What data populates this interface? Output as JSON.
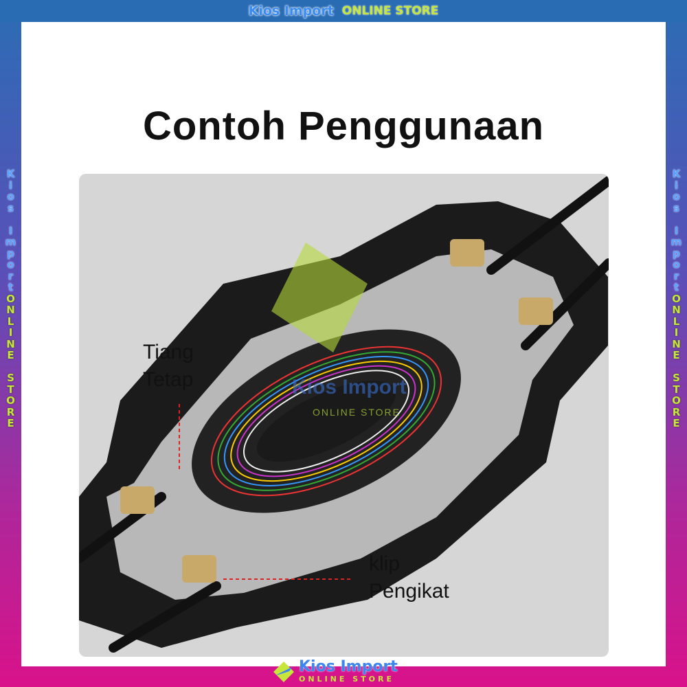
{
  "banner": {
    "brand": "Kios Import",
    "tagline": "ONLINE STORE"
  },
  "side_text": [
    "K",
    "i",
    "o",
    "s",
    " ",
    "I",
    "m",
    "p",
    "o",
    "r",
    "t",
    "O",
    "N",
    "L",
    "I",
    "N",
    "E",
    " ",
    "S",
    "T",
    "O",
    "R",
    "E"
  ],
  "title": "Contoh Penggunaan",
  "labels": {
    "tiang_line1": "Tiang",
    "tiang_line2": "Tetap",
    "klip_line1": "klip",
    "klip_line2": "Pengikat"
  },
  "watermark": {
    "brand": "Kios Import",
    "tagline": "ONLINE STORE"
  },
  "footer_logo": {
    "brand": "Kios Import",
    "tagline": "ONLINE STORE"
  },
  "colors": {
    "top_bar": "#2a6cb3",
    "bottom_bar": "#d9128a",
    "accent_green": "#c6e63a"
  }
}
